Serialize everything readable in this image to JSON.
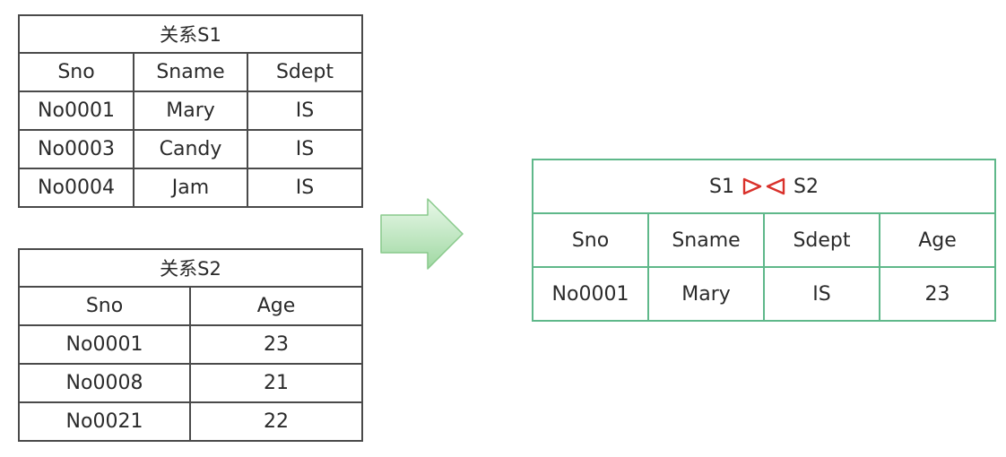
{
  "s1": {
    "title": "关系S1",
    "headers": [
      "Sno",
      "Sname",
      "Sdept"
    ],
    "rows": [
      [
        "No0001",
        "Mary",
        "IS"
      ],
      [
        "No0003",
        "Candy",
        "IS"
      ],
      [
        "No0004",
        "Jam",
        "IS"
      ]
    ]
  },
  "s2": {
    "title": "关系S2",
    "headers": [
      "Sno",
      "Age"
    ],
    "rows": [
      [
        "No0001",
        "23"
      ],
      [
        "No0008",
        "21"
      ],
      [
        "No0021",
        "22"
      ]
    ]
  },
  "result": {
    "left_operand": "S1",
    "right_operand": "S2",
    "headers": [
      "Sno",
      "Sname",
      "Sdept",
      "Age"
    ],
    "rows": [
      [
        "No0001",
        "Mary",
        "IS",
        "23"
      ]
    ]
  },
  "colors": {
    "table_border": "#4a4a4a",
    "result_border": "#5fb88a",
    "join_symbol": "#d9312b",
    "arrow_fill_light": "#e6f7e6",
    "arrow_fill_dark": "#a6dba8",
    "arrow_stroke": "#88c98b"
  },
  "icons": {
    "join": "natural-join-bowtie-icon",
    "arrow": "right-arrow-icon"
  }
}
